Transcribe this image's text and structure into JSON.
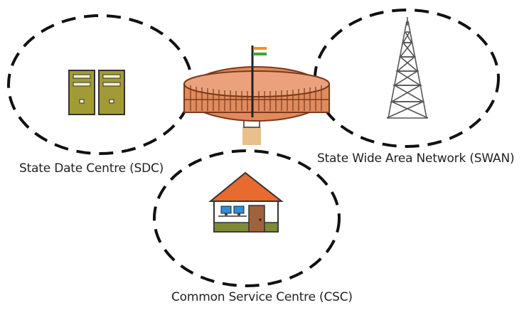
{
  "labels": {
    "sdc": "State Date Centre (SDC)",
    "swan": "State Wide Area Network (SWAN)",
    "csc": "Common Service Centre (CSC)"
  },
  "icons": {
    "sdc": "server-icon",
    "swan": "tower-icon",
    "csc": "house-icon",
    "hub": "parliament-building-icon"
  },
  "colors": {
    "ellipse_stroke": "#111111",
    "server_fill": "#a29b35",
    "building": "#e08a5e",
    "roof": "#e86a2e",
    "house_wall": "#ffffff",
    "house_base": "#7f8a33",
    "door": "#a0623a",
    "screen": "#2f8fd6",
    "pedestal": "#e8c08a"
  }
}
